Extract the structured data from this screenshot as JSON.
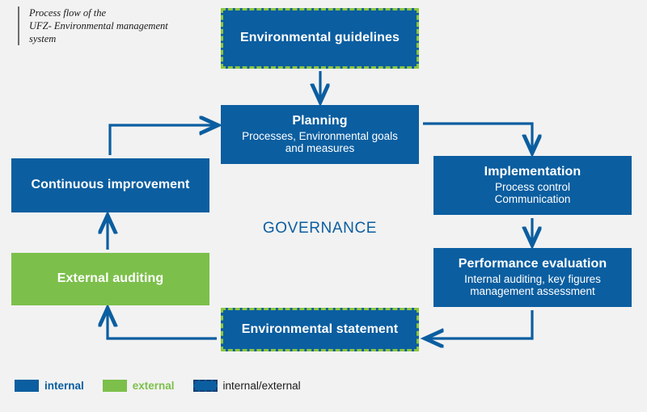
{
  "caption": {
    "lines": [
      "Process flow of the",
      "UFZ- Environmental management",
      "system"
    ]
  },
  "center_label": "GOVERNANCE",
  "colors": {
    "internal": "#0b5ea0",
    "external": "#7cc04b",
    "mixed_border": "#8cc63e",
    "background": "#f2f2f2",
    "arrow": "#0b5ea0",
    "text_on_box": "#ffffff"
  },
  "boxes": {
    "guidelines": {
      "title": "Environmental guidelines",
      "sub_line1": "",
      "sub_line2": "",
      "category": "internal/external"
    },
    "planning": {
      "title": "Planning",
      "sub_line1": "Processes, Environmental goals",
      "sub_line2": "and measures",
      "category": "internal"
    },
    "implementation": {
      "title": "Implementation",
      "sub_line1": "Process control",
      "sub_line2": "Communication",
      "category": "internal"
    },
    "performance": {
      "title": "Performance evaluation",
      "sub_line1": "Internal auditing, key figures",
      "sub_line2": "management assessment",
      "category": "internal"
    },
    "statement": {
      "title": "Environmental statement",
      "sub_line1": "",
      "sub_line2": "",
      "category": "internal/external"
    },
    "continuous": {
      "title": "Continuous improvement",
      "sub_line1": "",
      "sub_line2": "",
      "category": "internal"
    },
    "external_auditing": {
      "title": "External auditing",
      "sub_line1": "",
      "sub_line2": "",
      "category": "external"
    }
  },
  "legend": {
    "items": [
      {
        "label": "internal",
        "swatch": "internal"
      },
      {
        "label": "external",
        "swatch": "external"
      },
      {
        "label": "internal/external",
        "swatch": "mixed"
      }
    ]
  },
  "flow": {
    "connections": [
      "guidelines -> planning",
      "planning -> implementation",
      "implementation -> performance evaluation",
      "performance evaluation -> environmental statement",
      "environmental statement -> external auditing",
      "external auditing -> continuous improvement",
      "continuous improvement -> planning"
    ]
  }
}
